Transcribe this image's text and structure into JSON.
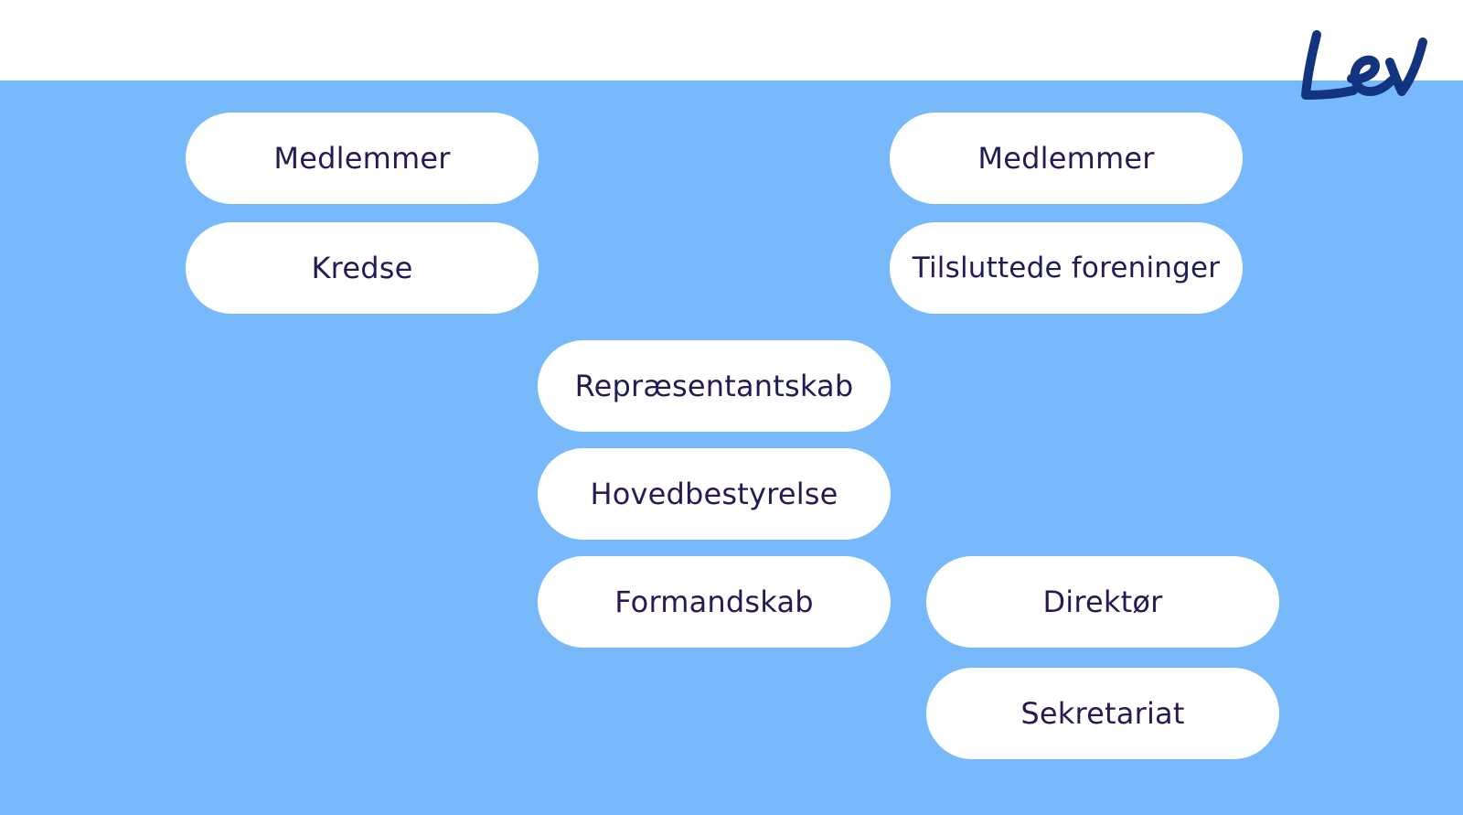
{
  "brand": {
    "logo_text": "Lev",
    "logo_color": "#12347f"
  },
  "colors": {
    "background": "#78b9fc",
    "pill": "#ffffff",
    "pill_text": "#201d55"
  },
  "nodes": {
    "medlemmer_left": "Medlemmer",
    "kredse": "Kredse",
    "medlemmer_right": "Medlemmer",
    "tilsluttede_foreninger": "Tilsluttede foreninger",
    "repraesentantskab": "Repræsentantskab",
    "hovedbestyrelse": "Hovedbestyrelse",
    "formandskab": "Formandskab",
    "direktor": "Direktør",
    "sekretariat": "Sekretariat"
  }
}
